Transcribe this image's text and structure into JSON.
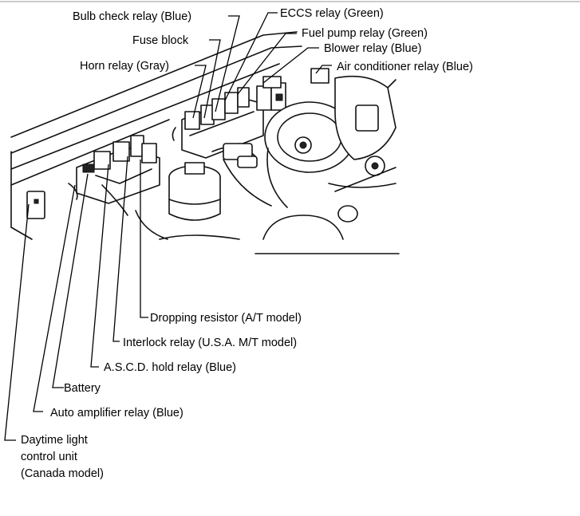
{
  "labels": {
    "bulb_check_relay": "Bulb check relay (Blue)",
    "eccs_relay": "ECCS relay (Green)",
    "fuse_block": "Fuse block",
    "fuel_pump_relay": "Fuel pump relay (Green)",
    "blower_relay": "Blower relay (Blue)",
    "horn_relay": "Horn relay (Gray)",
    "air_conditioner_relay": "Air conditioner relay (Blue)",
    "dropping_resistor": "Dropping resistor (A/T model)",
    "interlock_relay": "Interlock relay (U.S.A. M/T model)",
    "ascd_hold_relay": "A.S.C.D. hold relay (Blue)",
    "battery": "Battery",
    "auto_amplifier_relay": "Auto amplifier relay (Blue)",
    "daytime_light_line1": "Daytime light",
    "daytime_light_line2": "control unit",
    "daytime_light_line3": "(Canada model)"
  }
}
